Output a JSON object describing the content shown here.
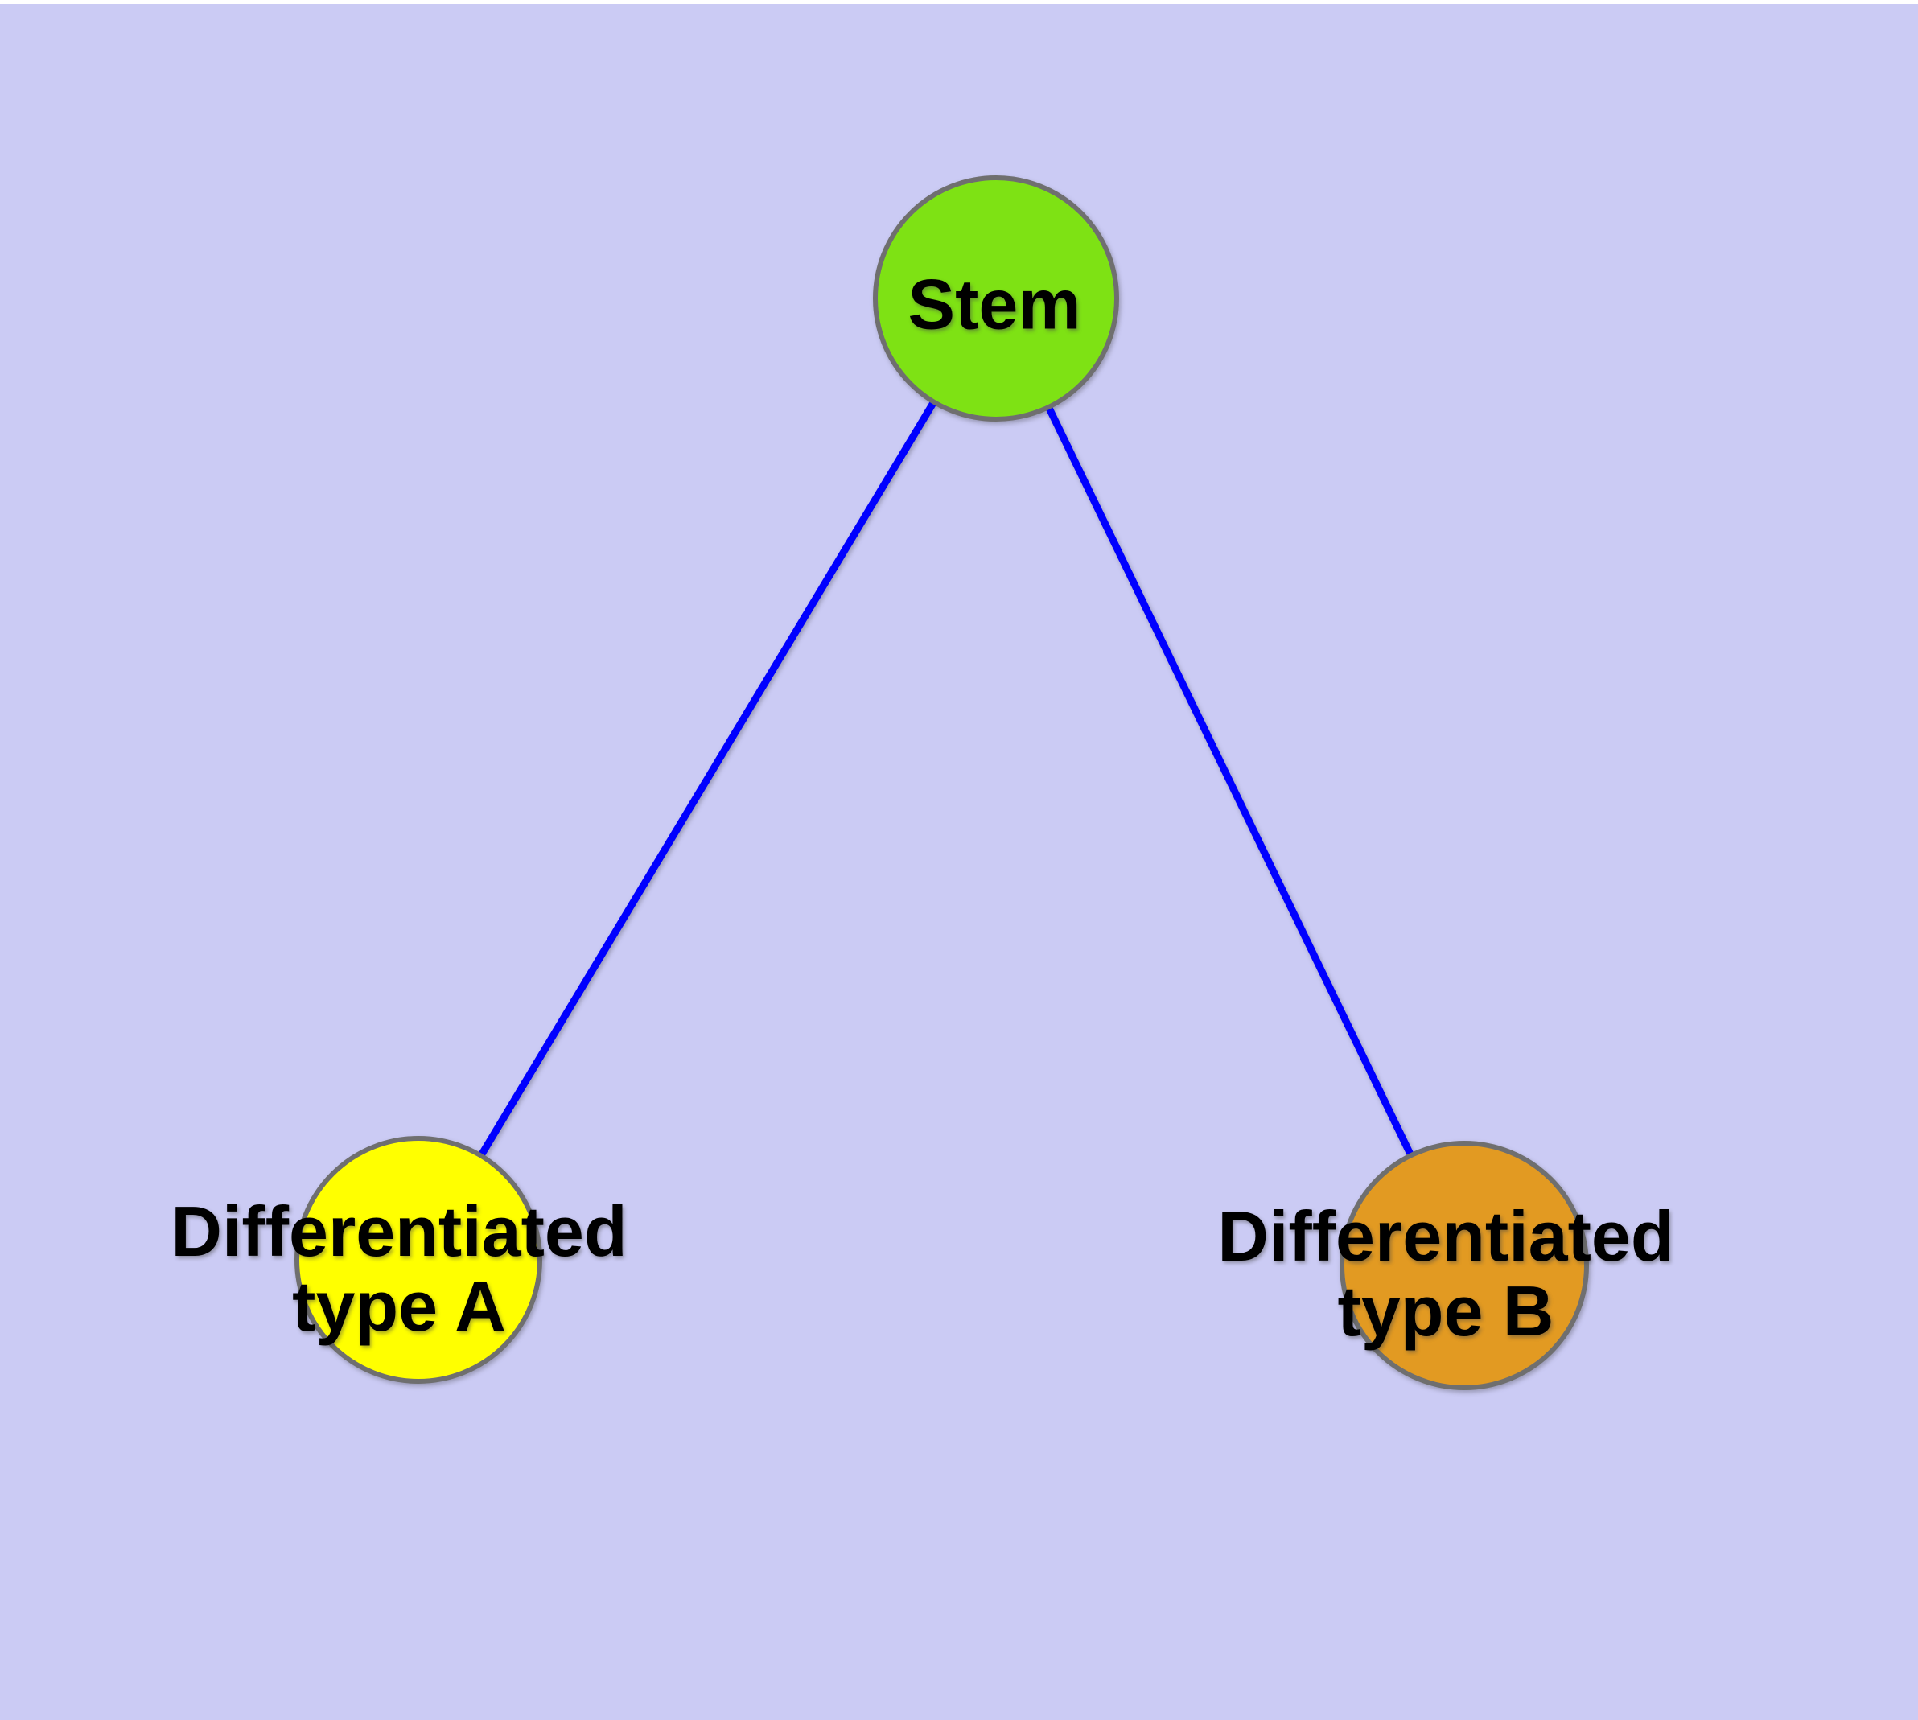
{
  "diagram": {
    "type": "graph",
    "background_color": "#cbcbf4",
    "top_margin_color": "#ffffff",
    "edge_color": "#0000ff",
    "node_border_color": "#6f6f6f",
    "label_color": "#000000",
    "nodes": [
      {
        "id": "stem",
        "label": "Stem",
        "fill": "#7ee214"
      },
      {
        "id": "differentiated-type-a",
        "label": "Differentiated type A",
        "label_line1": "Differentiated",
        "label_line2": "type A",
        "fill": "#ffff00"
      },
      {
        "id": "differentiated-type-b",
        "label": "Differentiated type B",
        "label_line1": "Differentiated",
        "label_line2": "type B",
        "fill": "#e29a22"
      }
    ],
    "edges": [
      {
        "from": "Stem",
        "to": "Differentiated type A"
      },
      {
        "from": "Stem",
        "to": "Differentiated type B"
      }
    ]
  }
}
